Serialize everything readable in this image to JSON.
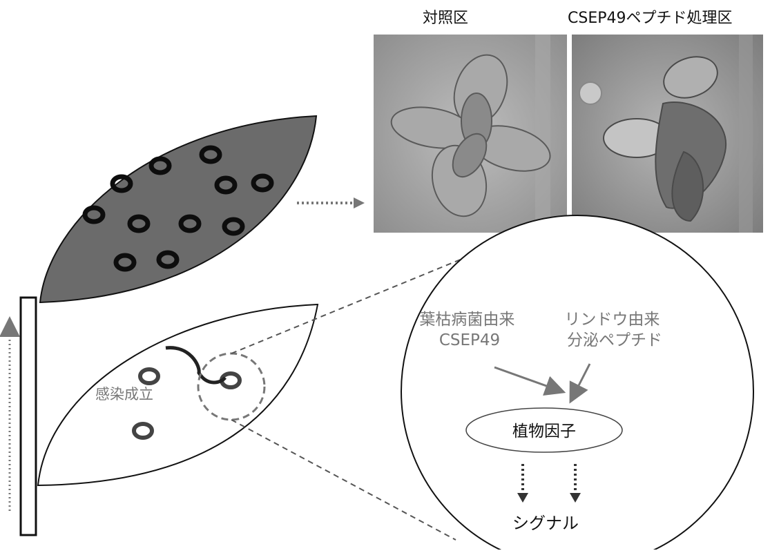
{
  "photos": {
    "control_label": "対照区",
    "treated_label": "CSEP49ペプチド処理区"
  },
  "leaf": {
    "infection_label": "感染成立"
  },
  "zoom": {
    "fungal_factor": [
      "葉枯病菌由来",
      "CSEP49"
    ],
    "plant_peptide": [
      "リンドウ由来",
      "分泌ペプチド"
    ],
    "plant_factor": "植物因子",
    "signal": "シグナル"
  },
  "colors": {
    "infected_leaf": "#6b6b6b",
    "ring_dark": "#111111",
    "label_gray": "#777777"
  }
}
